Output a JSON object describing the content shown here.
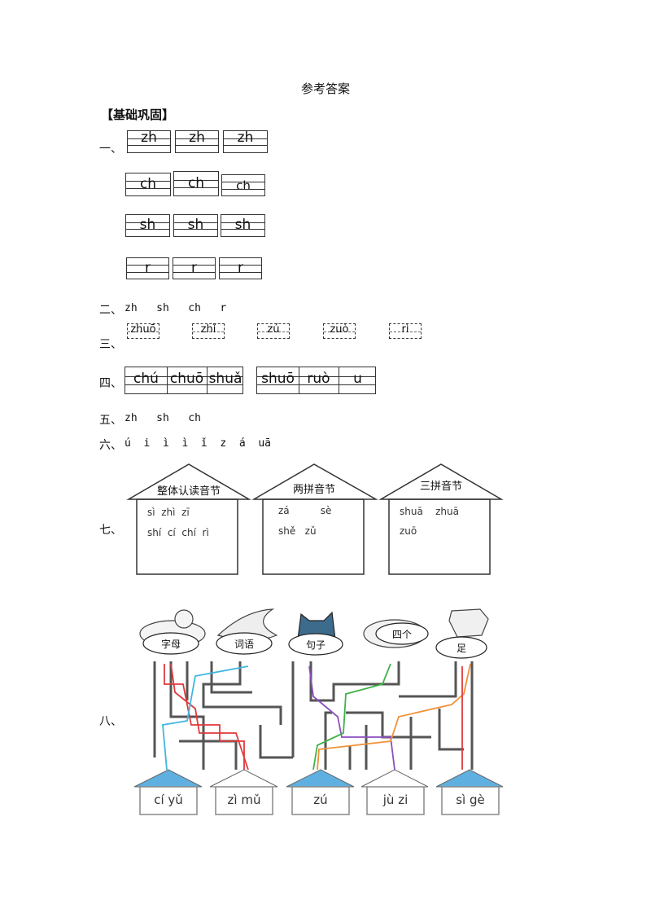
{
  "title": "参考答案",
  "section": "【基础巩固】",
  "q1": {
    "label": "一、",
    "rows": [
      [
        "zh",
        "zh",
        "zh"
      ],
      [
        "ch",
        "ch",
        "ch"
      ],
      [
        "sh",
        "sh",
        "sh"
      ],
      [
        "r",
        "r",
        "r"
      ]
    ]
  },
  "q2": {
    "label": "二、",
    "text": "zh   sh   ch   r"
  },
  "q3": {
    "label": "三、",
    "items": [
      "zhuō",
      "zhǐ",
      "zú",
      "zuò",
      "rì"
    ]
  },
  "q4": {
    "label": "四、",
    "group1": [
      "chú",
      "chuō",
      "shuǎ"
    ],
    "group2": [
      "shuō",
      "ruò",
      "u"
    ]
  },
  "q5": {
    "label": "五、",
    "text": "zh   sh   ch"
  },
  "q6": {
    "label": "六、",
    "text": "ú  i  ì  ì  ǐ  z  á  uā"
  },
  "q7": {
    "label": "七、",
    "houses": [
      {
        "roof": "整体认读音节",
        "lines": [
          "sì  zhì  zī",
          "shí  cí  chí  rì"
        ]
      },
      {
        "roof": "两拼音节",
        "lines": [
          "zá          sè",
          "shě   zǔ"
        ]
      },
      {
        "roof": "三拼音节",
        "lines": [
          "shuā    zhuā",
          "zuō"
        ]
      }
    ]
  },
  "q8": {
    "label": "八、",
    "ovals": [
      "字母",
      "词语",
      "句子",
      "四个",
      "足"
    ],
    "houses": [
      "cí yǔ",
      "zì mǔ",
      "zú",
      "jù zi",
      "sì gè"
    ],
    "colors": {
      "red": "#e0393b",
      "cyan": "#3fb6e0",
      "purple": "#8a4fc0",
      "green": "#3fb34a",
      "orange": "#f0923a",
      "roof": "#5fb0e0"
    }
  }
}
